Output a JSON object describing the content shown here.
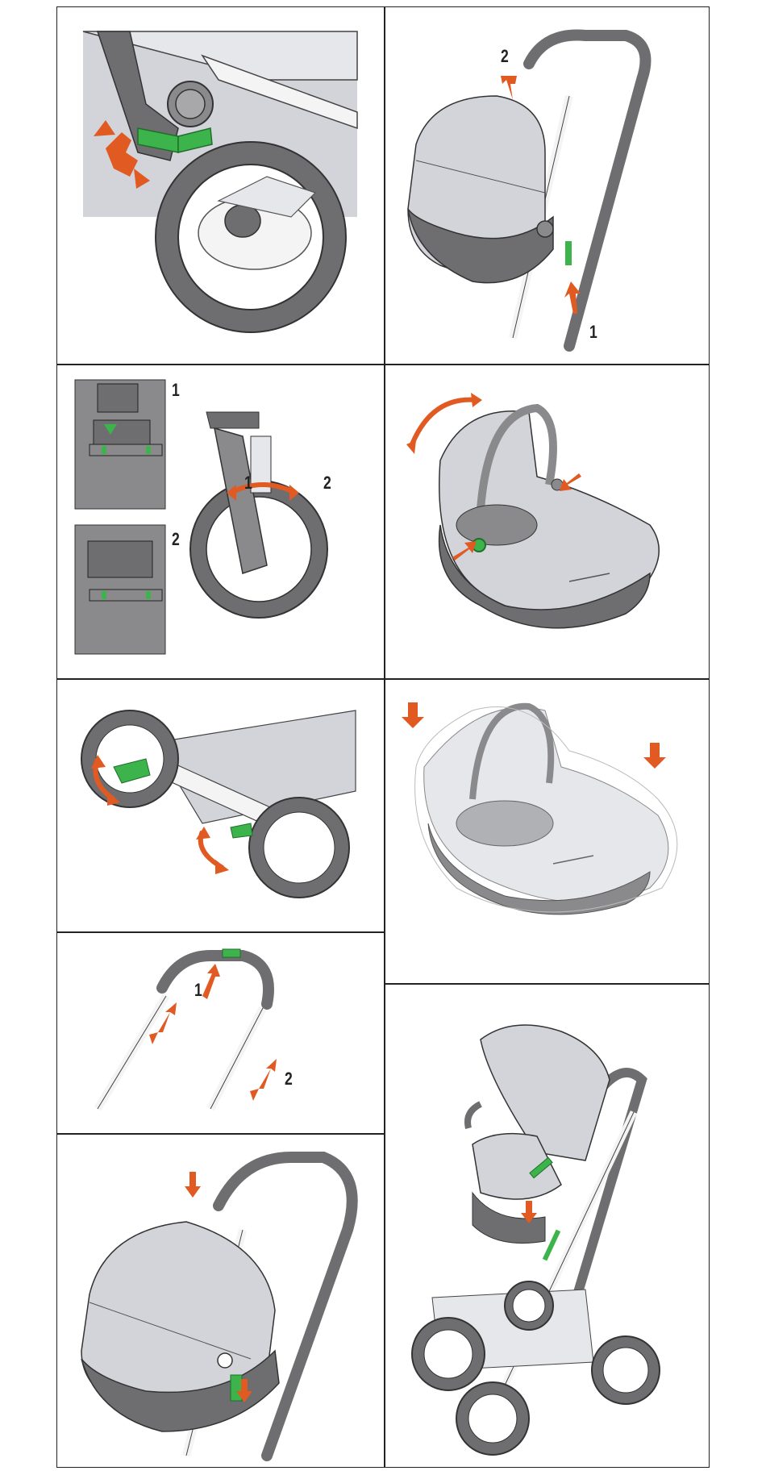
{
  "colors": {
    "frame": "#222222",
    "fabric_light": "#d2d4d9",
    "fabric_dark": "#6e6e70",
    "metal": "#f4f4f4",
    "accent_orange": "#e05a22",
    "accent_green": "#3cb44b"
  },
  "panels": {
    "p2_wheel_unlock": {
      "step1": "1",
      "step2": "2"
    },
    "p3_suspension": {
      "inset1": "1",
      "inset2": "2",
      "dial1": "1",
      "dial2": "2"
    },
    "p6_handlebar": {
      "step1": "1",
      "step2": "2"
    }
  }
}
